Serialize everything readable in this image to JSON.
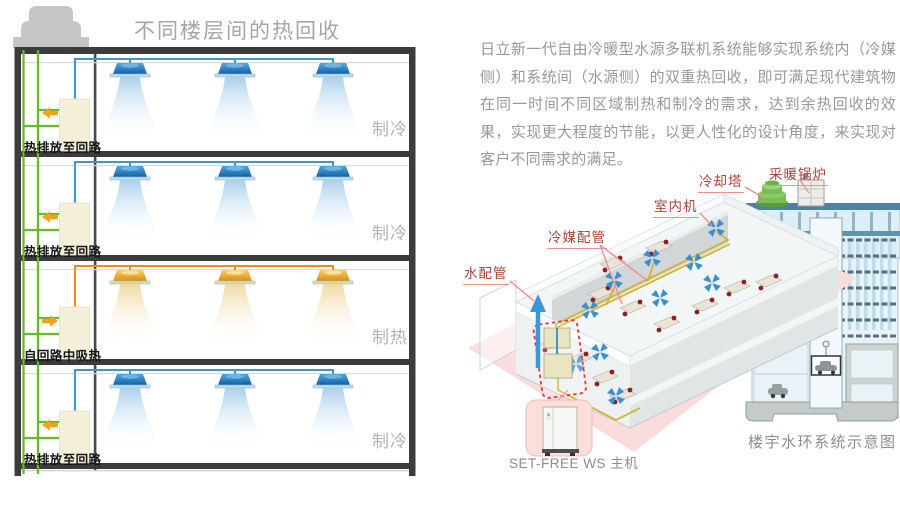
{
  "left_diagram": {
    "title": "不同楼层间的热回收",
    "floors": [
      {
        "mode": "制冷",
        "pipe_label": "热排放至回路",
        "type": "cooling"
      },
      {
        "mode": "制冷",
        "pipe_label": "热排放至回路",
        "type": "cooling"
      },
      {
        "mode": "制热",
        "pipe_label": "自回路中吸热",
        "type": "heating"
      },
      {
        "mode": "制冷",
        "pipe_label": "热排放至回路",
        "type": "cooling"
      }
    ],
    "icons": {
      "cooling_tower": "cooling-tower-silhouette"
    },
    "colors": {
      "water_loop_pipe": "#64bb28",
      "cool_pipe": "#3e96d2",
      "heat_pipe": "#f08c1e",
      "arrow": "#f5a218",
      "slab": "#3c3c3c",
      "unit_box": "#f4efd9"
    }
  },
  "description": {
    "text": "日立新一代自由冷暖型水源多联机系统能够实现系统内（冷媒侧）和系统间（水源侧）的双重热回收，即可满足现代建筑物在同一时间不同区域制热和制冷的需求，达到余热回收的效果，实现更大程度的节能，以更人性化的设计角度，来实现对客户不同需求的满足。"
  },
  "illustration": {
    "labels": {
      "cooling_tower": "冷却塔",
      "heating_boiler": "采暖锅炉",
      "indoor_unit": "室内机",
      "refrigerant_piping": "冷媒配管",
      "water_piping": "水配管",
      "main_unit": "SET-FREE WS 主机",
      "caption": "楼宇水环系统示意图"
    },
    "colors": {
      "label_text": "#a8423a",
      "leader_line": "#ef8c8c",
      "refrigerant_pipe": "#d2b32e",
      "water_pipe": "#3e96d2",
      "cooling_tower_green": "#79bd55",
      "ground": "#f9dcdb"
    }
  }
}
